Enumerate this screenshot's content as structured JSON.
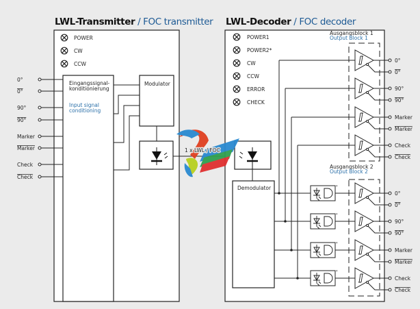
{
  "transmitter": {
    "title_de": "LWL-Transmitter",
    "title_sep": " / ",
    "title_en": "FOC transmitter",
    "leds": [
      "POWER",
      "CW",
      "CCW"
    ],
    "conditioning_de": [
      "Eingangssignal-",
      "konditionierung"
    ],
    "conditioning_en": [
      "Input signal",
      "conditioning"
    ],
    "modulator": "Modulator",
    "inputs": [
      {
        "label": "0°",
        "inverted": false
      },
      {
        "label": "0°",
        "inverted": true
      },
      {
        "label": "90°",
        "inverted": false
      },
      {
        "label": "90°",
        "inverted": true
      },
      {
        "label": "Marker",
        "inverted": false
      },
      {
        "label": "Marker",
        "inverted": true
      },
      {
        "label": "Check",
        "inverted": false
      },
      {
        "label": "Check",
        "inverted": true
      }
    ]
  },
  "link_label": "1 x LWL / FOC",
  "decoder": {
    "title_de": "LWL-Decoder",
    "title_sep": " / ",
    "title_en": "FOC decoder",
    "leds": [
      "POWER1",
      "POWER2*",
      "CW",
      "CCW",
      "ERROR",
      "CHECK"
    ],
    "demodulator": "Demodulator",
    "output_block_1": {
      "de": "Ausgangsblock 1",
      "en": "Output Block 1"
    },
    "output_block_2": {
      "de": "Ausgangsblock 2",
      "en": "Output Block 2"
    },
    "detector_footnote": "*",
    "outputs": [
      {
        "label": "0°",
        "inverted": false
      },
      {
        "label": "0°",
        "inverted": true
      },
      {
        "label": "90°",
        "inverted": false
      },
      {
        "label": "90°",
        "inverted": true
      },
      {
        "label": "Marker",
        "inverted": false
      },
      {
        "label": "Marker",
        "inverted": true
      },
      {
        "label": "Check",
        "inverted": false
      },
      {
        "label": "Check",
        "inverted": true
      }
    ]
  },
  "colors": {
    "accent": "#1d5a94",
    "line": "#222222"
  },
  "icons": [
    "lamp-indicator-icon",
    "led-icon",
    "photodiode-icon",
    "schmitt-trigger-buffer-icon",
    "logo-watermark"
  ]
}
